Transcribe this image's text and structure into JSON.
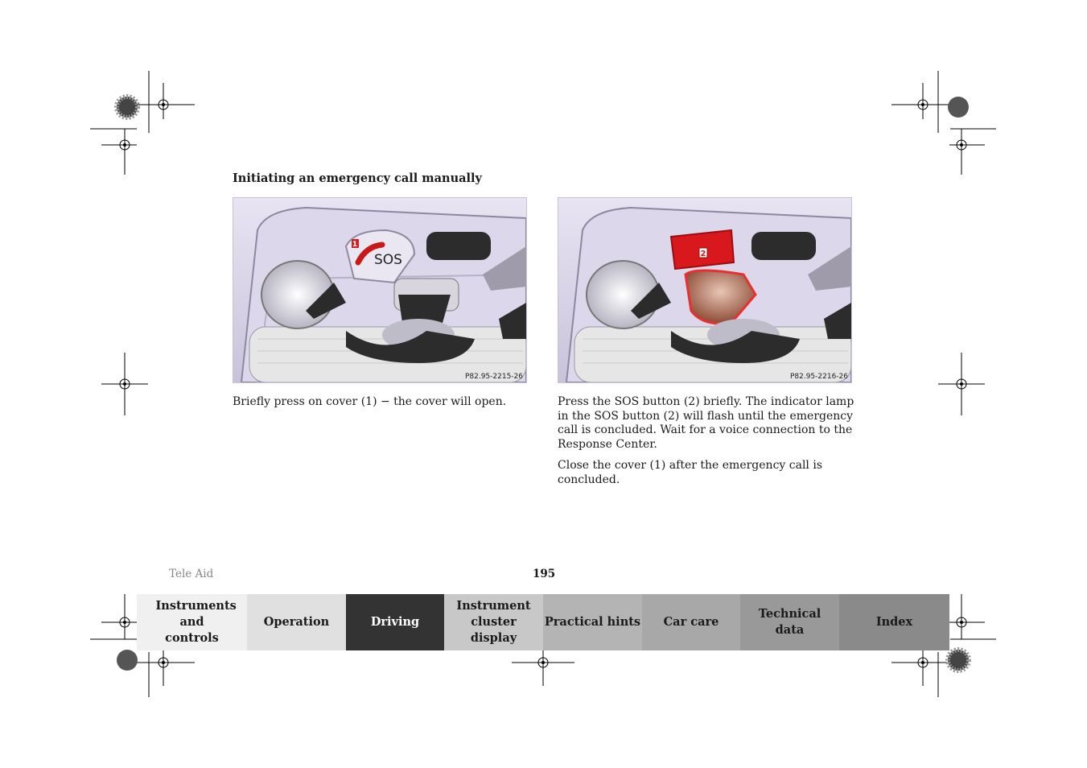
{
  "heading": "Initiating an emergency call manually",
  "figures": [
    {
      "code": "P82.95-2215-26",
      "callout": "1",
      "button_text": "SOS"
    },
    {
      "code": "P82.95-2216-26",
      "callout": "2"
    }
  ],
  "paragraphs": {
    "left": "Briefly press on cover (1) − the cover will open.",
    "right_1": "Press the SOS button (2) briefly. The indicator lamp in the SOS button (2) will flash until the emergency call is concluded. Wait for a voice connection to the Response Center.",
    "right_2": "Close the cover (1) after the emergency call is concluded."
  },
  "footer": {
    "section": "Tele Aid",
    "page_number": "195"
  },
  "tabs": [
    {
      "label": "Instruments and controls",
      "bg": "#f0f0f0",
      "fg": "#1a1a1a"
    },
    {
      "label": "Operation",
      "bg": "#e0e0e0",
      "fg": "#1a1a1a"
    },
    {
      "label": "Driving",
      "bg": "#333333",
      "fg": "#ffffff",
      "active": true
    },
    {
      "label": "Instrument cluster display",
      "bg": "#c8c8c8",
      "fg": "#1a1a1a"
    },
    {
      "label": "Practical hints",
      "bg": "#b4b4b4",
      "fg": "#1a1a1a"
    },
    {
      "label": "Car care",
      "bg": "#a8a8a8",
      "fg": "#1a1a1a"
    },
    {
      "label": "Technical data",
      "bg": "#999999",
      "fg": "#1a1a1a"
    },
    {
      "label": "Index",
      "bg": "#8a8a8a",
      "fg": "#1a1a1a"
    }
  ]
}
